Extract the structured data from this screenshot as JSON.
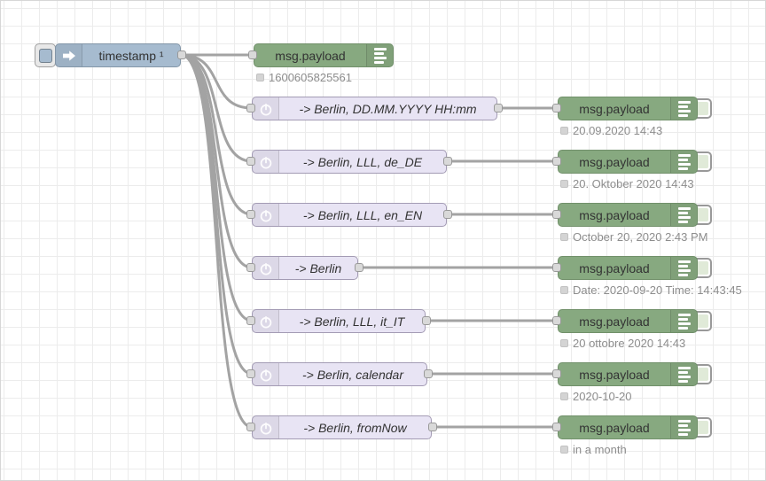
{
  "colors": {
    "inject_node": "#a6bbcf",
    "debug_node": "#87a980",
    "moment_node": "#e8e4f4",
    "wire": "#a3a3a3",
    "status_text": "#8d8d8d",
    "canvas_grid": "#ececec"
  },
  "icons": {
    "inject": "inject-arrow-icon",
    "moment": "clock-icon",
    "debug": "debug-output-icon"
  },
  "flow": {
    "inject": {
      "label": "timestamp ¹"
    },
    "rows": [
      {
        "debug": "msg.payload",
        "status": "1600605825561"
      },
      {
        "moment": "-> Berlin, DD.MM.YYYY HH:mm",
        "debug": "msg.payload",
        "status": "20.09.2020 14:43"
      },
      {
        "moment": "-> Berlin, LLL, de_DE",
        "debug": "msg.payload",
        "status": "20. Oktober 2020 14:43"
      },
      {
        "moment": "-> Berlin, LLL, en_EN",
        "debug": "msg.payload",
        "status": "October 20, 2020 2:43 PM"
      },
      {
        "moment": "-> Berlin",
        "debug": "msg.payload",
        "status": "Date: 2020-09-20 Time: 14:43:45"
      },
      {
        "moment": "-> Berlin, LLL, it_IT",
        "debug": "msg.payload",
        "status": "20 ottobre 2020 14:43"
      },
      {
        "moment": "-> Berlin, calendar",
        "debug": "msg.payload",
        "status": "2020-10-20"
      },
      {
        "moment": "-> Berlin, fromNow",
        "debug": "msg.payload",
        "status": "in a month"
      }
    ]
  }
}
